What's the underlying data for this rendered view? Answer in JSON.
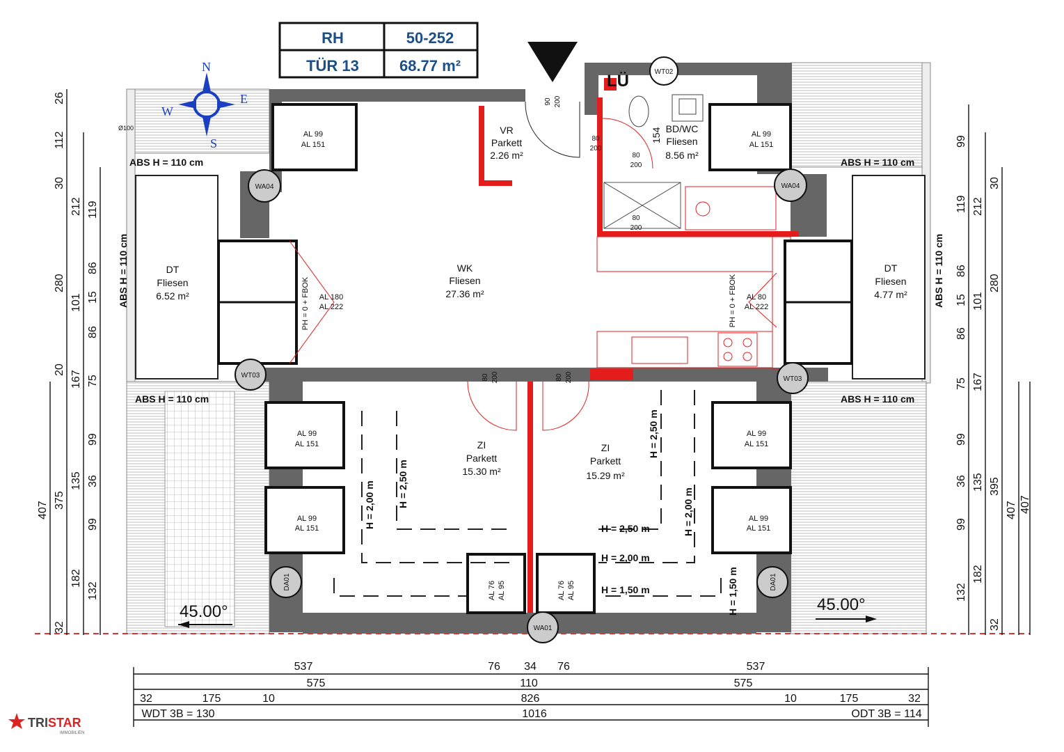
{
  "info_box": {
    "rh_label": "RH",
    "rh_value": "50-252",
    "door_label": "TÜR 13",
    "area": "68.77 m²"
  },
  "compass": {
    "n": "N",
    "s": "S",
    "e": "E",
    "w": "W"
  },
  "diameter_label": "Ø100",
  "rooms": {
    "vr": {
      "name": "VR",
      "floor": "Parkett",
      "area": "2.26 m²"
    },
    "bdwc": {
      "name": "BD/WC",
      "floor": "Fliesen",
      "area": "8.56 m²"
    },
    "wk": {
      "name": "WK",
      "floor": "Fliesen",
      "area": "27.36 m²"
    },
    "dt_left": {
      "name": "DT",
      "floor": "Fliesen",
      "area": "6.52 m²"
    },
    "dt_right": {
      "name": "DT",
      "floor": "Fliesen",
      "area": "4.77 m²"
    },
    "zi_left": {
      "name": "ZI",
      "floor": "Parkett",
      "area": "15.30 m²"
    },
    "zi_right": {
      "name": "ZI",
      "floor": "Parkett",
      "area": "15.29 m²"
    }
  },
  "abs_label": "ABS H = 110 cm",
  "lu_label": "LÜ",
  "tags": {
    "wt02": "WT02",
    "wa04": "WA04",
    "wt03": "WT03",
    "da01": "DA01",
    "wa01": "WA01"
  },
  "windows": {
    "al99": "AL 99",
    "al151": "AL 151",
    "al180": "AL 180",
    "al222": "AL 222",
    "al80": "AL 80",
    "al76": "AL 76",
    "al95": "AL 95",
    "ph": "PH = 0 + FBOK"
  },
  "doors": {
    "d80": "80",
    "d200": "200",
    "d90": "90",
    "d154": "154"
  },
  "heights": {
    "h250": "H = 2,50 m",
    "h200": "H = 2,00 m",
    "h150": "H = 1,50 m"
  },
  "angle": "45.00°",
  "dims_left": [
    "26",
    "112",
    "30",
    "212",
    "119",
    "280",
    "86",
    "101",
    "15",
    "86",
    "20",
    "167",
    "75",
    "407",
    "375",
    "99",
    "135",
    "36",
    "99",
    "182",
    "132",
    "32"
  ],
  "dims_right": [
    "99",
    "30",
    "119",
    "212",
    "280",
    "86",
    "101",
    "15",
    "86",
    "75",
    "167",
    "99",
    "395",
    "407",
    "407",
    "36",
    "135",
    "99",
    "182",
    "132",
    "32"
  ],
  "dims_bottom": {
    "r1": [
      "537",
      "76",
      "34",
      "76",
      "537"
    ],
    "r2": [
      "575",
      "110",
      "575"
    ],
    "r3": [
      "32",
      "175",
      "10",
      "826",
      "10",
      "175",
      "32"
    ],
    "r4": [
      "WDT 3B = 130",
      "1016",
      "ODT 3B = 114"
    ]
  },
  "logo": {
    "tri": "TRI",
    "star": "STAR",
    "sub": "IMMOBILIEN"
  }
}
